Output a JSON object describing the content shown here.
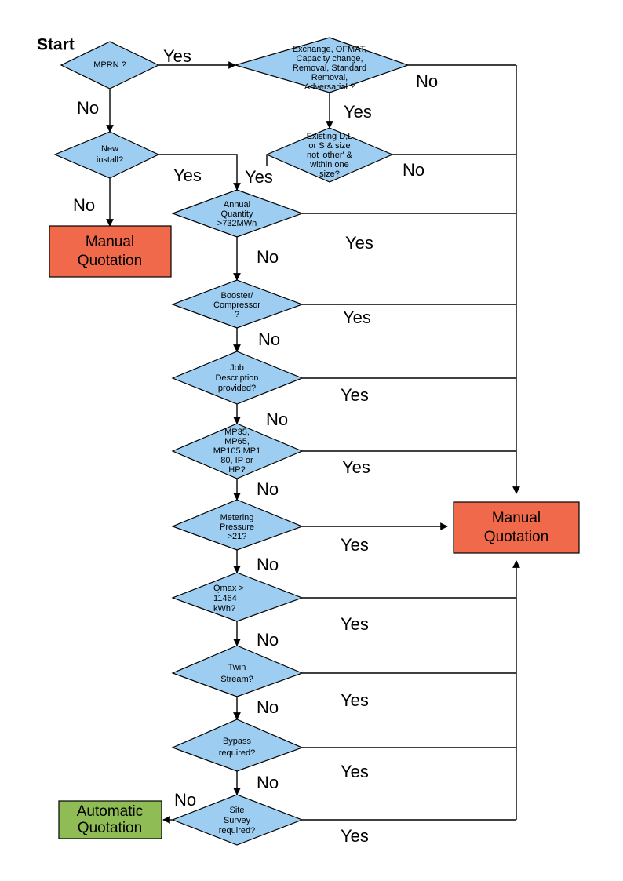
{
  "diagram": {
    "title_label": "Start",
    "colors": {
      "decision_fill": "#9DCDF0",
      "manual_fill": "#F0694A",
      "automatic_fill": "#8FBC54",
      "outline": "#000000",
      "background": "#FFFFFF"
    },
    "labels": {
      "yes": "Yes",
      "no": "No"
    },
    "decisions": [
      {
        "id": "mprn",
        "lines": [
          "MPRN ?"
        ],
        "yes_label": "Yes",
        "no_label": "No"
      },
      {
        "id": "exchange",
        "lines": [
          "Exchange, OFMAT,",
          "Capacity change,",
          "Removal, Standard",
          "Removal,",
          "Adversarial ?"
        ],
        "yes_label": "Yes",
        "no_label": "No"
      },
      {
        "id": "new-install",
        "lines": [
          "New",
          "install?"
        ],
        "yes_label": "Yes",
        "no_label": "No"
      },
      {
        "id": "existing-dls",
        "lines": [
          "Existing D,L",
          "or S & size",
          "not 'other' &",
          "within one",
          "size?"
        ],
        "yes_label": "Yes",
        "no_label": "No"
      },
      {
        "id": "annual-quantity",
        "lines": [
          "Annual",
          "Quantity",
          ">732MWh"
        ],
        "yes_label": "Yes",
        "no_label": "No"
      },
      {
        "id": "booster-compressor",
        "lines": [
          "Booster/",
          "Compressor",
          "?"
        ],
        "yes_label": "Yes",
        "no_label": "No"
      },
      {
        "id": "job-description",
        "lines": [
          "Job",
          "Description",
          "provided?"
        ],
        "yes_label": "Yes",
        "no_label": "No"
      },
      {
        "id": "meter-type",
        "lines": [
          "MP35,",
          "MP65,",
          "MP105,MP1",
          "80, IP or",
          "HP?"
        ],
        "yes_label": "Yes",
        "no_label": "No"
      },
      {
        "id": "metering-pressure",
        "lines": [
          "Metering",
          "Pressure",
          ">21?"
        ],
        "yes_label": "Yes",
        "no_label": "No"
      },
      {
        "id": "qmax",
        "lines": [
          "Qmax >",
          "11464",
          "kWh?"
        ],
        "yes_label": "Yes",
        "no_label": "No"
      },
      {
        "id": "twin-stream",
        "lines": [
          "Twin",
          "Stream?"
        ],
        "yes_label": "Yes",
        "no_label": "No"
      },
      {
        "id": "bypass",
        "lines": [
          "Bypass",
          "required?"
        ],
        "yes_label": "Yes",
        "no_label": "No"
      },
      {
        "id": "site-survey",
        "lines": [
          "Site",
          "Survey",
          "required?"
        ],
        "yes_label": "Yes",
        "no_label": "No"
      }
    ],
    "terminals": [
      {
        "id": "manual-left",
        "lines": [
          "Manual",
          "Quotation"
        ],
        "kind": "manual"
      },
      {
        "id": "manual-right",
        "lines": [
          "Manual",
          "Quotation"
        ],
        "kind": "manual"
      },
      {
        "id": "automatic",
        "lines": [
          "Automatic",
          "Quotation"
        ],
        "kind": "automatic"
      }
    ]
  }
}
